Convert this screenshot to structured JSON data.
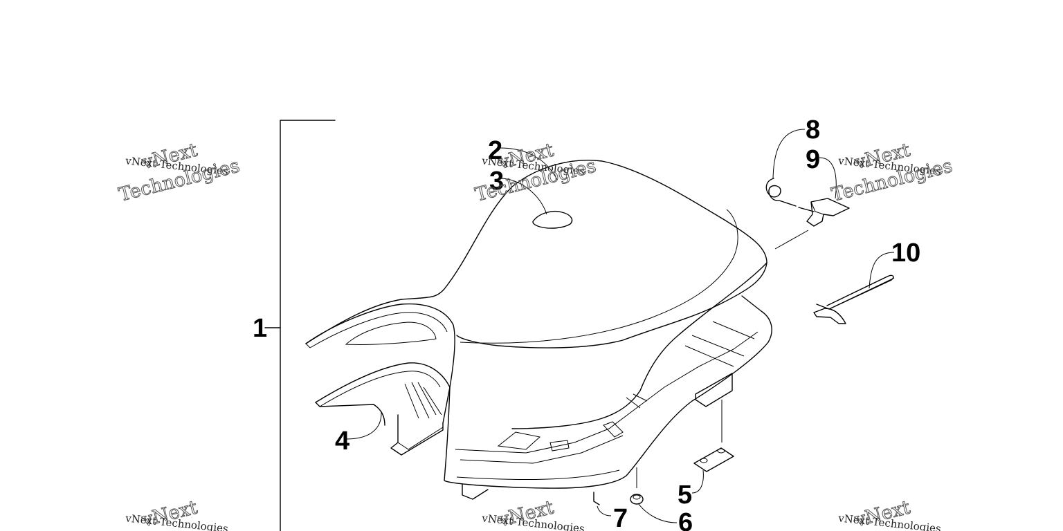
{
  "callouts": {
    "c1": "1",
    "c2": "2",
    "c3": "3",
    "c4": "4",
    "c5": "5",
    "c6": "6",
    "c7": "7",
    "c8": "8",
    "c9": "9",
    "c10": "10"
  },
  "watermark": {
    "line_small": "vNext Technologies",
    "word_top": "vNext",
    "word_bottom": "Technologies"
  }
}
